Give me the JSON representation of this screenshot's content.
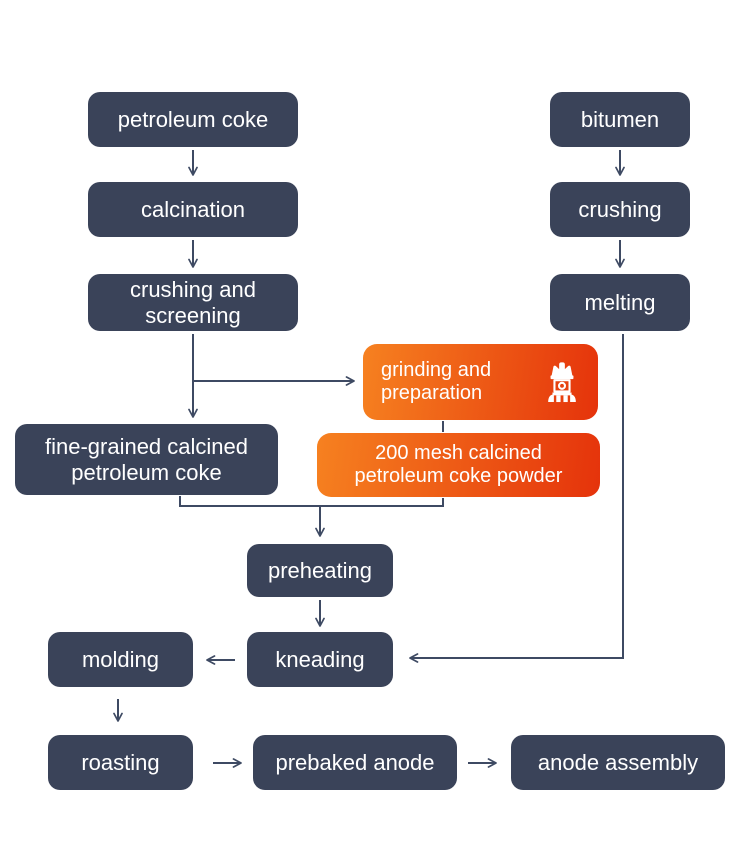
{
  "diagram": {
    "type": "flowchart",
    "background": "#FFFFFF",
    "colors": {
      "node_dark": "#3A4359",
      "node_orange_gradient_start": "#F68120",
      "node_orange_gradient_end": "#E5330B",
      "connector": "#3E4A63",
      "node_text": "#FFFFFF"
    },
    "nodes": [
      {
        "id": "petroleum-coke",
        "label": "petroleum coke",
        "style": "dark"
      },
      {
        "id": "calcination",
        "label": "calcination",
        "style": "dark"
      },
      {
        "id": "crushing-and-screening",
        "label": "crushing and screening",
        "style": "dark"
      },
      {
        "id": "bitumen",
        "label": "bitumen",
        "style": "dark"
      },
      {
        "id": "crushing",
        "label": "crushing",
        "style": "dark"
      },
      {
        "id": "melting",
        "label": "melting",
        "style": "dark"
      },
      {
        "id": "grinding-and-preparation",
        "label": "grinding and preparation",
        "style": "orange",
        "icon": "grinder-icon"
      },
      {
        "id": "mesh-200-powder",
        "label": "200 mesh calcined petroleum coke powder",
        "style": "orange"
      },
      {
        "id": "fine-grained-calcined-petroleum-coke",
        "label": "fine-grained calcined petroleum coke",
        "style": "dark"
      },
      {
        "id": "preheating",
        "label": "preheating",
        "style": "dark"
      },
      {
        "id": "kneading",
        "label": "kneading",
        "style": "dark"
      },
      {
        "id": "molding",
        "label": "molding",
        "style": "dark"
      },
      {
        "id": "roasting",
        "label": "roasting",
        "style": "dark"
      },
      {
        "id": "prebaked-anode",
        "label": "prebaked anode",
        "style": "dark"
      },
      {
        "id": "anode-assembly",
        "label": "anode assembly",
        "style": "dark"
      }
    ],
    "edges": [
      {
        "from": "petroleum-coke",
        "to": "calcination"
      },
      {
        "from": "calcination",
        "to": "crushing-and-screening"
      },
      {
        "from": "bitumen",
        "to": "crushing"
      },
      {
        "from": "crushing",
        "to": "melting"
      },
      {
        "from": "crushing-and-screening",
        "to": "fine-grained-calcined-petroleum-coke"
      },
      {
        "from": "crushing-and-screening",
        "to": "grinding-and-preparation"
      },
      {
        "from": "grinding-and-preparation",
        "to": "mesh-200-powder"
      },
      {
        "from": "fine-grained-calcined-petroleum-coke",
        "to": "preheating"
      },
      {
        "from": "mesh-200-powder",
        "to": "preheating"
      },
      {
        "from": "preheating",
        "to": "kneading"
      },
      {
        "from": "melting",
        "to": "kneading"
      },
      {
        "from": "kneading",
        "to": "molding"
      },
      {
        "from": "molding",
        "to": "roasting"
      },
      {
        "from": "roasting",
        "to": "prebaked-anode"
      },
      {
        "from": "prebaked-anode",
        "to": "anode-assembly"
      }
    ]
  }
}
